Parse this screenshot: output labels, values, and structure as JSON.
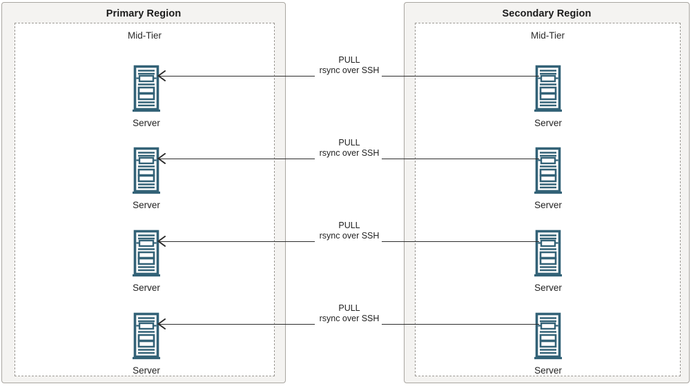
{
  "diagram": {
    "regions": [
      {
        "id": "primary",
        "title": "Primary Region",
        "tier_label": "Mid-Tier",
        "nodes": [
          {
            "label": "Server",
            "icon": "rack-server-icon"
          },
          {
            "label": "Server",
            "icon": "rack-server-icon"
          },
          {
            "label": "Server",
            "icon": "rack-server-icon"
          },
          {
            "label": "Server",
            "icon": "rack-server-icon"
          }
        ]
      },
      {
        "id": "secondary",
        "title": "Secondary Region",
        "tier_label": "Mid-Tier",
        "nodes": [
          {
            "label": "Server",
            "icon": "rack-server-icon"
          },
          {
            "label": "Server",
            "icon": "rack-server-icon"
          },
          {
            "label": "Server",
            "icon": "rack-server-icon"
          },
          {
            "label": "Server",
            "icon": "rack-server-icon"
          }
        ]
      }
    ],
    "connections": [
      {
        "primary_label": "PULL",
        "secondary_label": "rsync over SSH",
        "direction": "right-to-left"
      },
      {
        "primary_label": "PULL",
        "secondary_label": "rsync over SSH",
        "direction": "right-to-left"
      },
      {
        "primary_label": "PULL",
        "secondary_label": "rsync over SSH",
        "direction": "right-to-left"
      },
      {
        "primary_label": "PULL",
        "secondary_label": "rsync over SSH",
        "direction": "right-to-left"
      }
    ],
    "colors": {
      "server_icon": "#336277",
      "region_fill": "#f4f3f1",
      "region_border": "#a8a5a0",
      "tier_border": "#9a9792",
      "arrow": "#2b2b2b",
      "text": "#1f1f1f"
    }
  }
}
